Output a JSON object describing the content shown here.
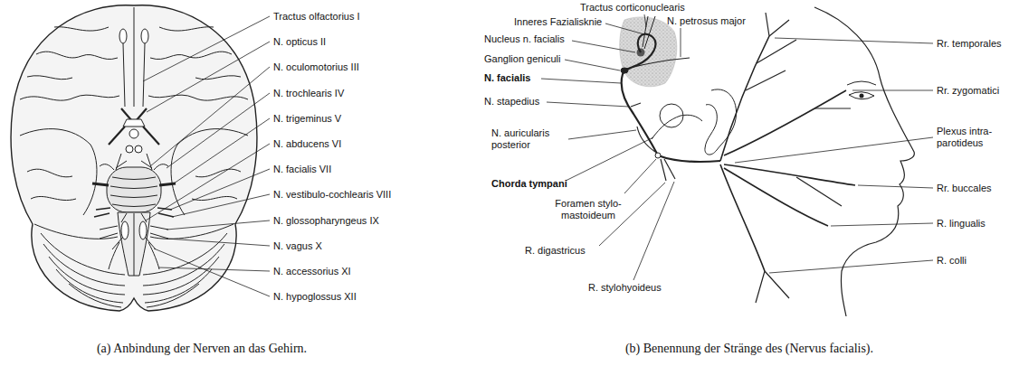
{
  "diagram": {
    "labels": [
      "Tractus olfactorius I",
      "N. opticus II",
      "N. oculomotorius III",
      "N. trochlearis IV",
      "N. trigeminus V",
      "N. abducens VI",
      "N. facialis VII",
      "N. vestibulo-cochlearis VIII",
      "N. glossopharyngeus IX",
      "N. vagus X",
      "N. accessorius XI",
      "N. hypoglossus XII",
      "(a) Anbindung der Nerven an das Gehirn.",
      "Tractus corticonuclearis",
      "Inneres Fazialisknie",
      "N. petrosus major",
      "Nucleus n. facialis",
      "Ganglion geniculi",
      "N. facialis",
      "N. stapedius",
      "N. auricularis posterior",
      "Chorda tympani",
      "Foramen stylo- mastoideum",
      "R. digastricus",
      "R. stylohyoideus",
      "Rr. temporales",
      "Rr. zygomatici",
      "Plexus intra- parotideus",
      "Rr. buccales",
      "R. lingualis",
      "R. colli",
      "(b) Benennung der Stränge des (Nervus facialis)."
    ]
  }
}
